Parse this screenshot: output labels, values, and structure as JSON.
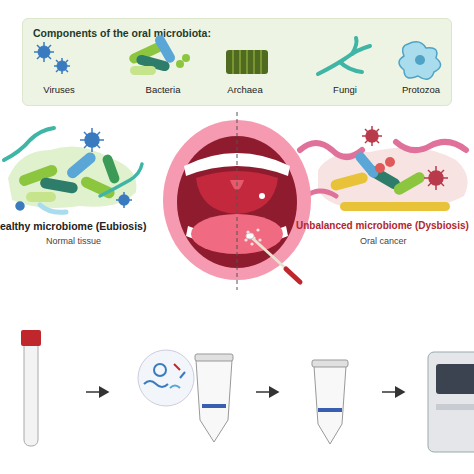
{
  "diagram": {
    "nodes": [
      {
        "text": [
          "Components of the oral microbiota:",
          "Viruses",
          "Bacteria",
          "Archaea",
          "Fungi",
          "Protozoa"
        ]
      }
    ],
    "labels": [
      "ealthy microbiome (Eubiosis)",
      "Normal tissue",
      "Unbalanced microbiome (Dysbiosis)",
      "Oral cancer"
    ]
  }
}
